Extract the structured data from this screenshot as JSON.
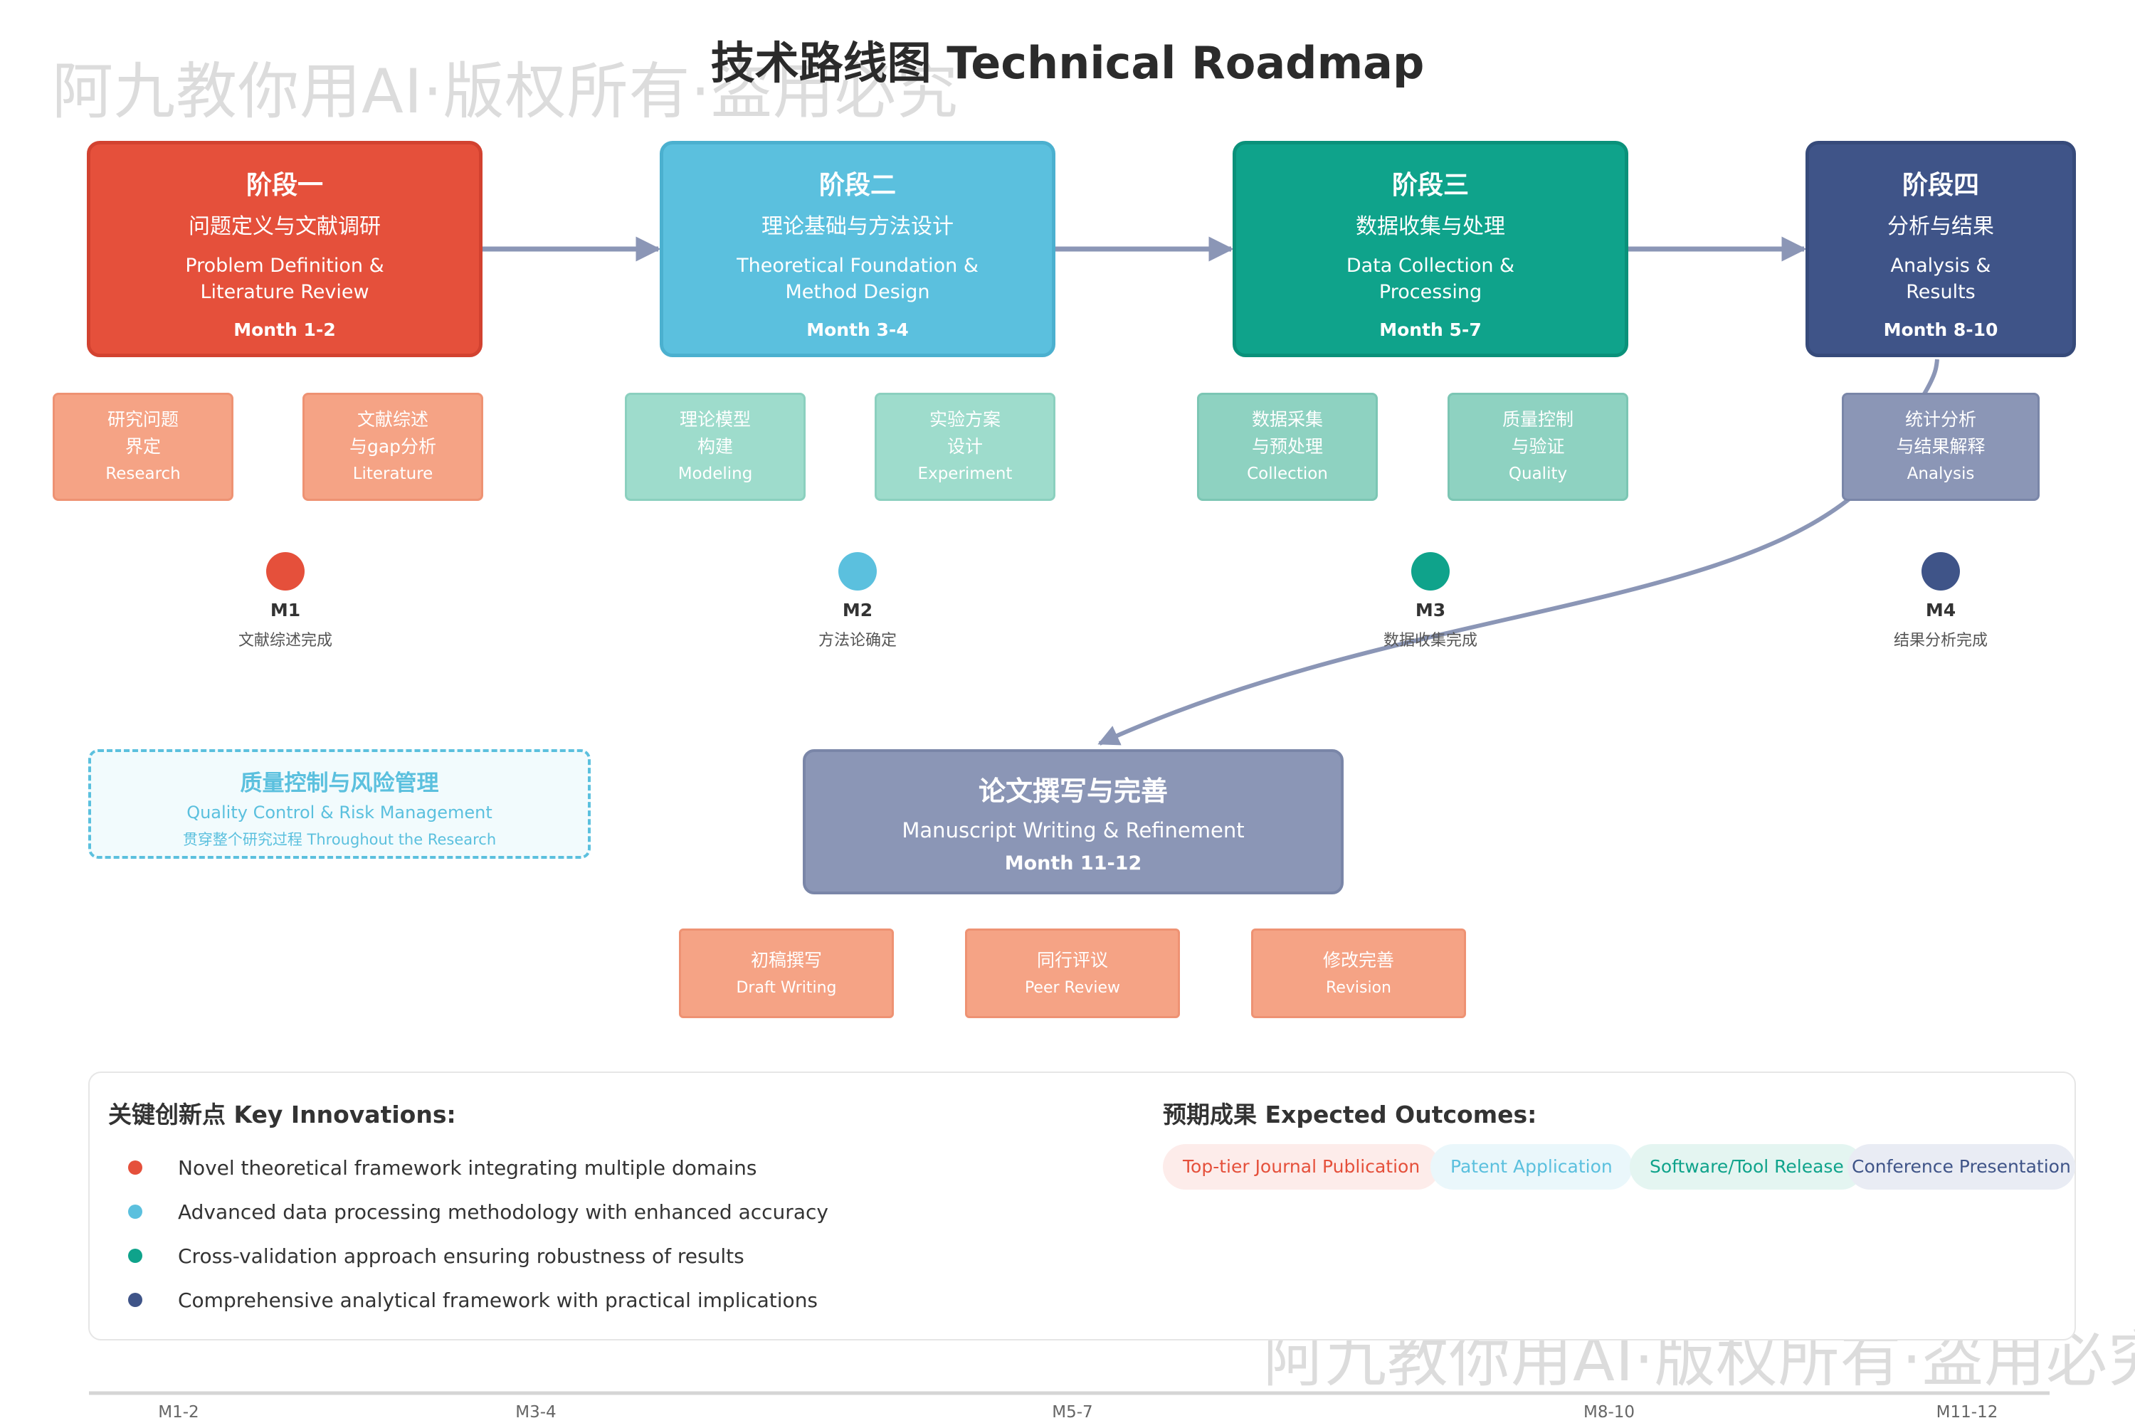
{
  "title": "技术路线图 Technical Roadmap",
  "watermark": "阿九教你用AI·版权所有·盗用必究",
  "phases": [
    {
      "title": "阶段一",
      "cn": "问题定义与文献调研",
      "en_line1": "Problem Definition &",
      "en_line2": "Literature Review",
      "month": "Month 1-2",
      "color": "#e5503b",
      "border": "#d24230"
    },
    {
      "title": "阶段二",
      "cn": "理论基础与方法设计",
      "en_line1": "Theoretical Foundation &",
      "en_line2": "Method Design",
      "month": "Month 3-4",
      "color": "#5bc0de",
      "border": "#4bb0cf"
    },
    {
      "title": "阶段三",
      "cn": "数据收集与处理",
      "en_line1": "Data Collection &",
      "en_line2": "Processing",
      "month": "Month 5-7",
      "color": "#0fa38b",
      "border": "#0a917a"
    },
    {
      "title": "阶段四",
      "cn": "分析与结果",
      "en_line1": "Analysis &",
      "en_line2": "Results",
      "month": "Month 8-10",
      "color": "#3f5488",
      "border": "#364a7a"
    }
  ],
  "subtasks": [
    {
      "line1": "研究问题",
      "line2": "界定",
      "en": "Research"
    },
    {
      "line1": "文献综述",
      "line2": "与gap分析",
      "en": "Literature"
    },
    {
      "line1": "理论模型",
      "line2": "构建",
      "en": "Modeling"
    },
    {
      "line1": "实验方案",
      "line2": "设计",
      "en": "Experiment"
    },
    {
      "line1": "数据采集",
      "line2": "与预处理",
      "en": "Collection"
    },
    {
      "line1": "质量控制",
      "line2": "与验证",
      "en": "Quality"
    },
    {
      "line1": "统计分析",
      "line2": "与结果解释",
      "en": "Analysis"
    }
  ],
  "milestones": [
    {
      "id": "M1",
      "desc": "文献综述完成",
      "color": "#e5503b"
    },
    {
      "id": "M2",
      "desc": "方法论确定",
      "color": "#5bc0de"
    },
    {
      "id": "M3",
      "desc": "数据收集完成",
      "color": "#0fa38b"
    },
    {
      "id": "M4",
      "desc": "结果分析完成",
      "color": "#3f5488"
    }
  ],
  "quality_control": {
    "cn": "质量控制与风险管理",
    "en": "Quality Control & Risk Management",
    "note": "贯穿整个研究过程 Throughout the Research"
  },
  "manuscript": {
    "cn": "论文撰写与完善",
    "en": "Manuscript Writing & Refinement",
    "month": "Month 11-12",
    "subtasks": [
      {
        "cn": "初稿撰写",
        "en": "Draft Writing"
      },
      {
        "cn": "同行评议",
        "en": "Peer Review"
      },
      {
        "cn": "修改完善",
        "en": "Revision"
      }
    ]
  },
  "innovations": {
    "heading": "关键创新点 Key Innovations:",
    "items": [
      {
        "text": "Novel theoretical framework integrating multiple domains",
        "color": "#e5503b"
      },
      {
        "text": "Advanced data processing methodology with enhanced accuracy",
        "color": "#5bc0de"
      },
      {
        "text": "Cross-validation approach ensuring robustness of results",
        "color": "#0fa38b"
      },
      {
        "text": "Comprehensive analytical framework with practical implications",
        "color": "#3f5488"
      }
    ]
  },
  "outcomes": {
    "heading": "预期成果 Expected Outcomes:",
    "items": [
      {
        "text": "Top-tier Journal Publication",
        "color": "#e5503b",
        "bg": "#fdecea"
      },
      {
        "text": "Patent Application",
        "color": "#5bc0de",
        "bg": "#eaf7fb"
      },
      {
        "text": "Software/Tool Release",
        "color": "#0fa38b",
        "bg": "#e4f5f1"
      },
      {
        "text": "Conference Presentation",
        "color": "#3f5488",
        "bg": "#e9ecf4"
      }
    ]
  },
  "timeline": [
    "M1-2",
    "M3-4",
    "M5-7",
    "M8-10",
    "M11-12"
  ]
}
